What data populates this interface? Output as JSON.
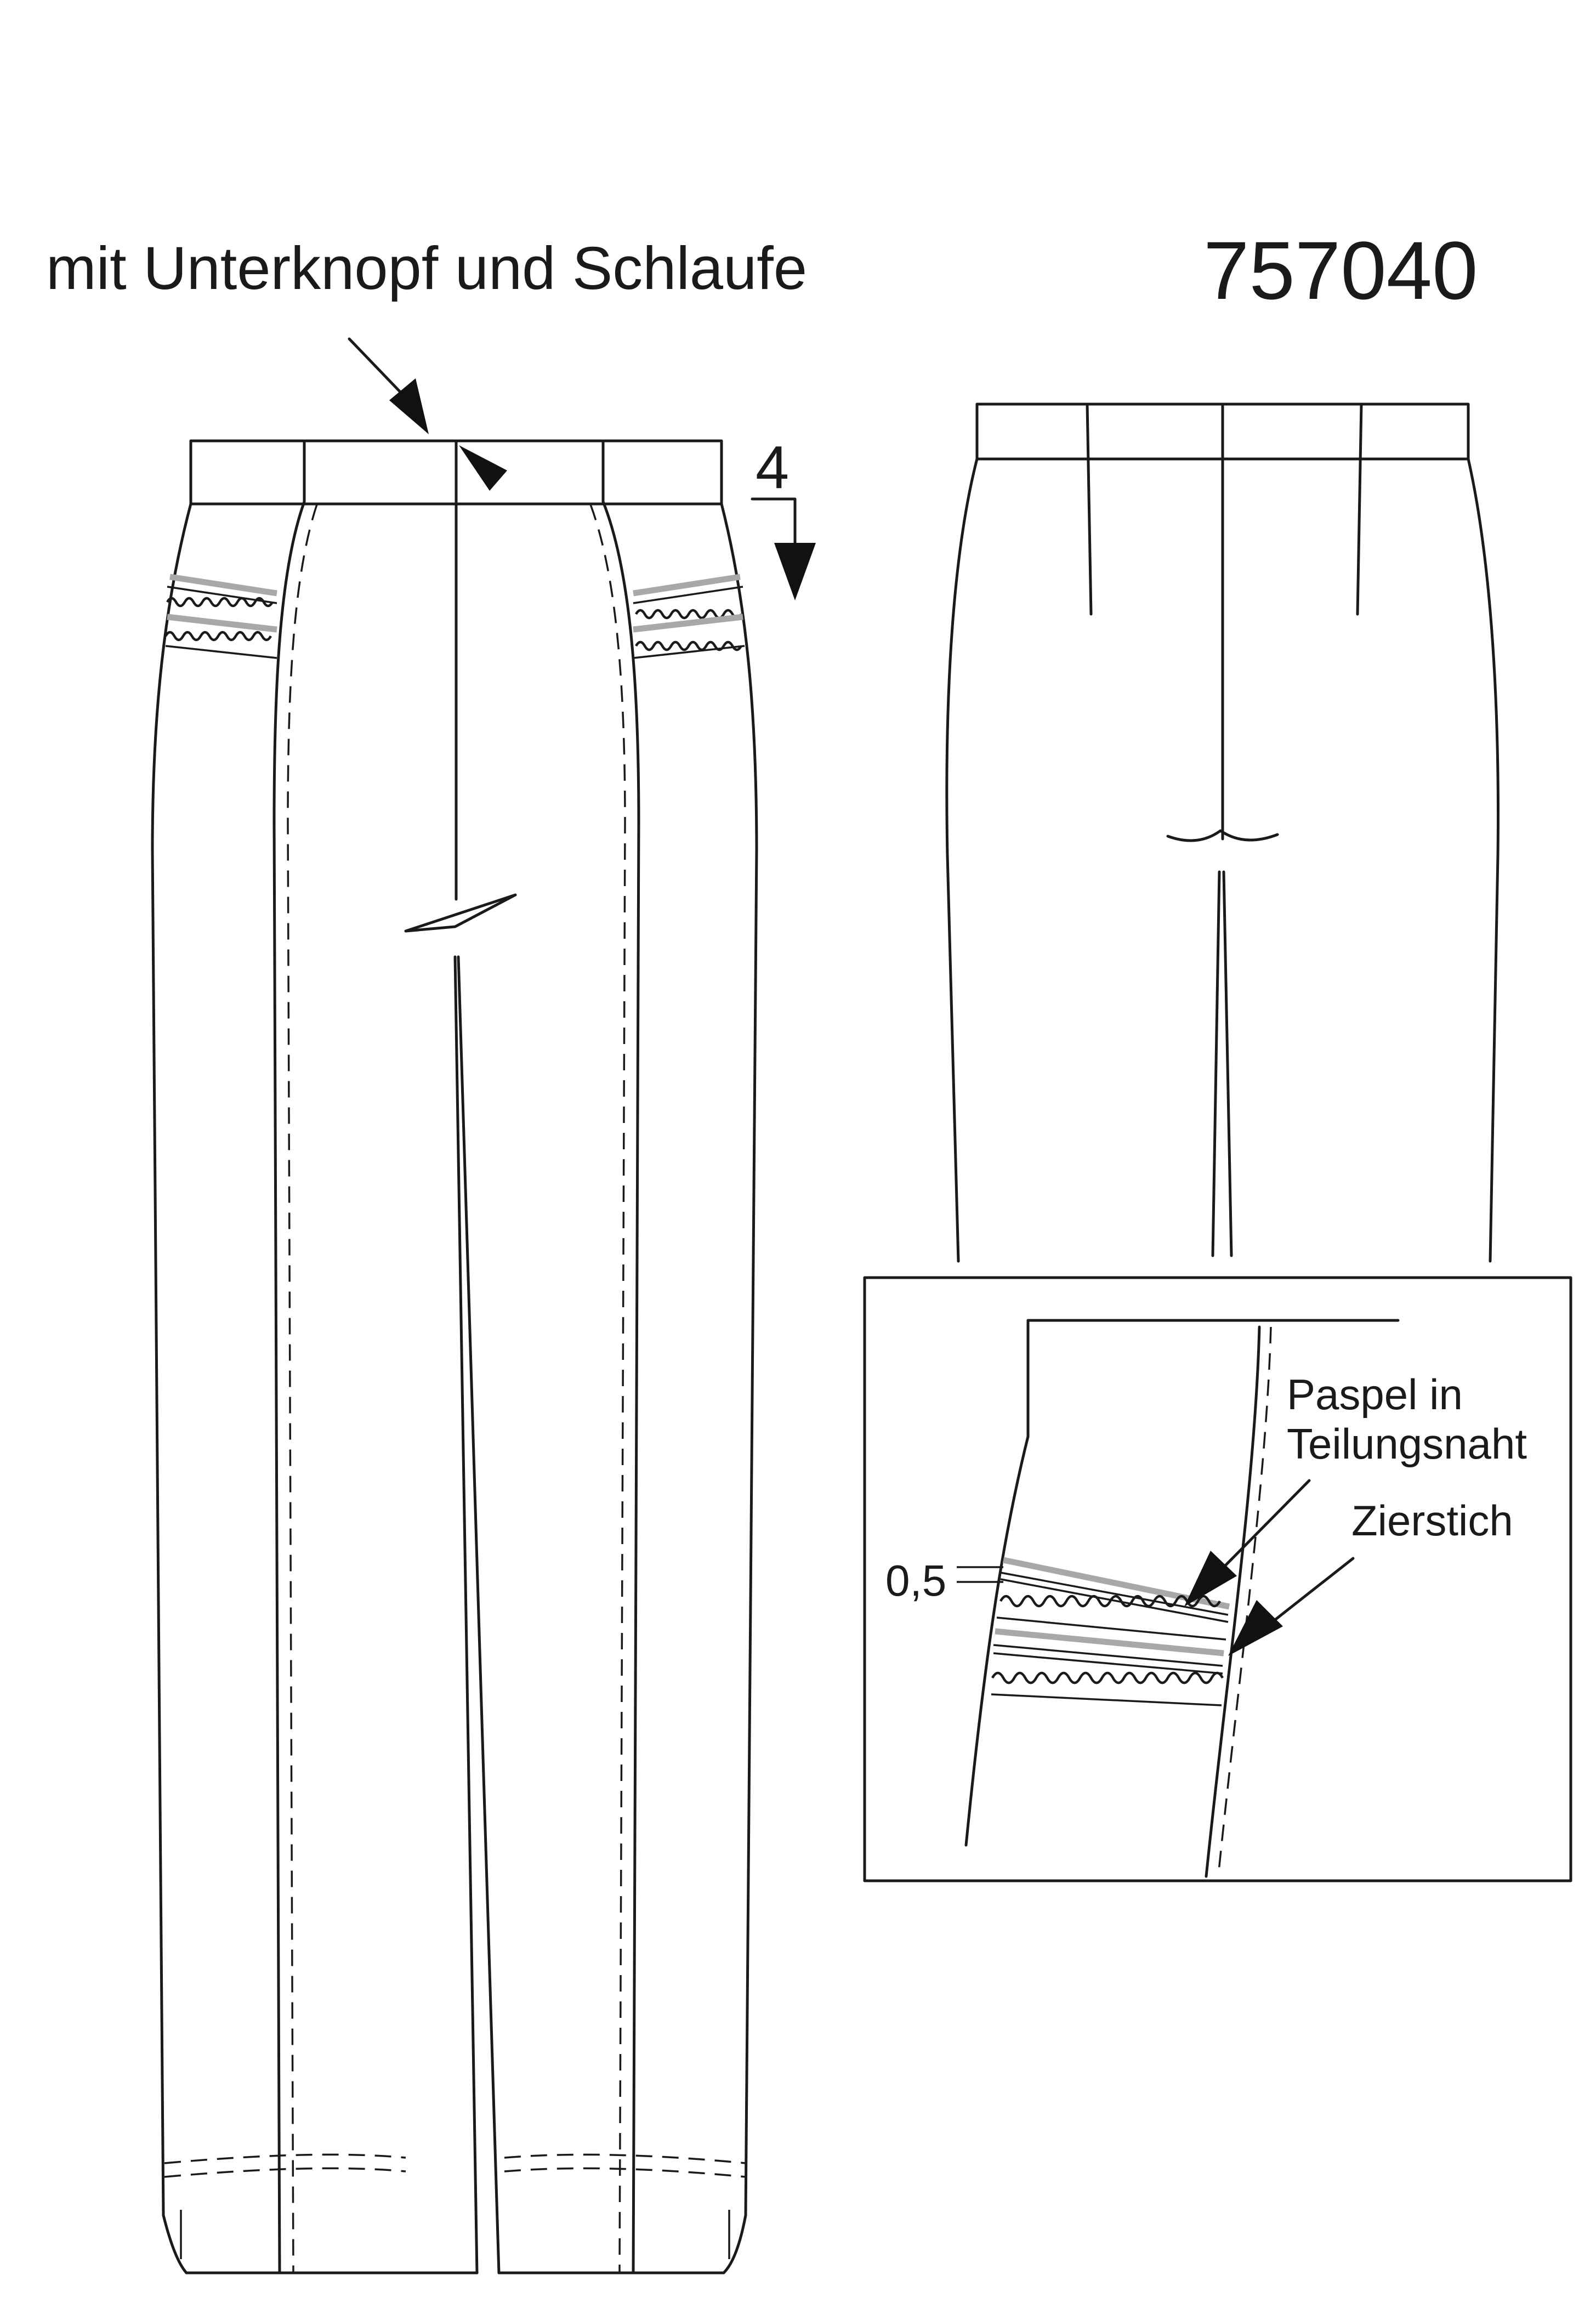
{
  "header": {
    "annotation": "mit Unterknopf und Schlaufe",
    "model_number": "757040"
  },
  "front_view": {
    "measurement": "4"
  },
  "detail_view": {
    "label_piping_line1": "Paspel in",
    "label_piping_line2": "Teilungsnaht",
    "label_topstitch": "Zierstich",
    "measurement": "0,5"
  },
  "colors": {
    "line": "#1a1a1a",
    "piping": "#a8a8a8",
    "background": "#ffffff"
  }
}
